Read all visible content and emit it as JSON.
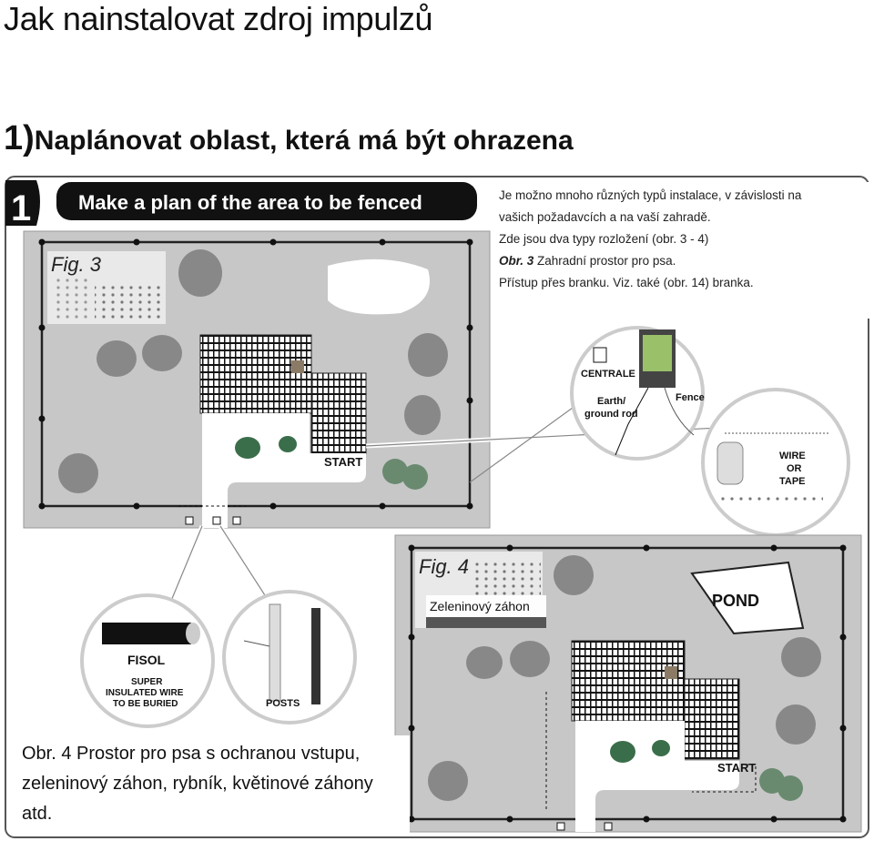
{
  "title": "Jak nainstalovat zdroj impulzů",
  "step": {
    "number": "1)",
    "text": "Naplánovat oblast, která má být ohrazena"
  },
  "figure": {
    "badge": "1",
    "banner": "Make a plan of the area to be fenced",
    "fig3_label": "Fig. 3",
    "fig4_label": "Fig. 4",
    "start_label": "START",
    "centrale_label": "CENTRALE",
    "earth_label": "Earth/",
    "ground_label": "ground rod",
    "fence_label": "Fence",
    "wire_label_1": "WIRE",
    "wire_label_2": "OR",
    "wire_label_3": "TAPE",
    "fisol_label": "FISOL",
    "super_label_1": "SUPER",
    "super_label_2": "INSULATED WIRE",
    "super_label_3": "TO BE BURIED",
    "posts_label": "POSTS",
    "pond_label": "POND"
  },
  "note": {
    "line1": "Je možno mnoho různých typů instalace, v závislosti na",
    "line2": "vašich požadavcích a na vaší zahradě.",
    "line3": "Zde jsou dva typy rozložení (obr. 3 - 4)",
    "line4_bold": "Obr. 3",
    "line4_rest": " Zahradní prostor pro psa.",
    "line5": "Přístup přes branku. Viz. také (obr. 14) branka."
  },
  "veg_label": "Zeleninový záhon",
  "caption": "Obr. 4 Prostor pro psa s ochranou vstupu, zeleninový záhon, rybník, květinové záhony atd."
}
